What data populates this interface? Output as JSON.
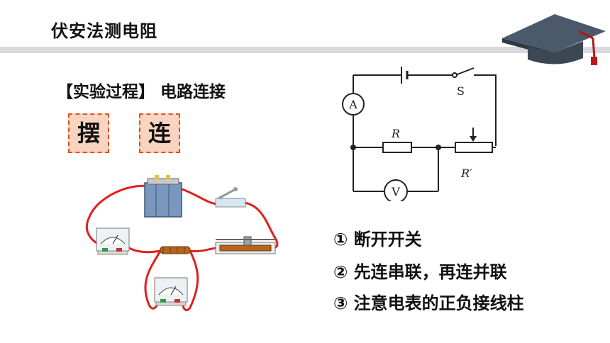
{
  "slide": {
    "title": "伏安法测电阻",
    "section": "【实验过程】 电路连接",
    "actions": [
      "摆",
      "连"
    ],
    "steps": [
      "① 断开开关",
      "② 先连串联，再连并联",
      "③ 注意电表的正负接线柱"
    ]
  },
  "circuit": {
    "ammeter": "A",
    "voltmeter": "V",
    "switch": "S",
    "resistor": "R",
    "rheostat": "R′"
  },
  "colors": {
    "wire": "#e02020",
    "box_border": "#d9531e",
    "box_fill": "#f9d4c0",
    "cap": "#4a5a6a"
  }
}
